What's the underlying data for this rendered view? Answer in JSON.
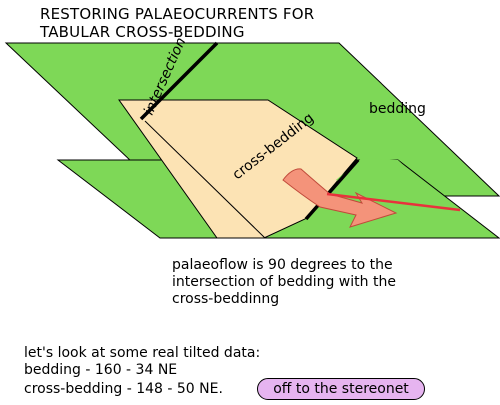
{
  "title": {
    "line1": "RESTORING PALAEOCURRENTS FOR",
    "line2": "TABULAR CROSS-BEDDING"
  },
  "diagram": {
    "intersection_label": "intersection",
    "bedding_label": "bedding",
    "cross_bedding_label": "cross-bedding",
    "colors": {
      "bedding": "#7ed857",
      "cross_bedding": "#fce3b4",
      "curved_arrow": "#f4937a",
      "flow_arrow": "#e8323c"
    }
  },
  "caption": {
    "line1": "palaeoflow is 90 degrees to the",
    "line2": "intersection of bedding with the",
    "line3": "cross-beddinng"
  },
  "data_text": {
    "line1": "let's look at some real tilted data:",
    "line2": "bedding - 160 - 34 NE",
    "line3": "cross-bedding - 148 - 50 NE."
  },
  "link": {
    "label": "off to the stereonet"
  }
}
